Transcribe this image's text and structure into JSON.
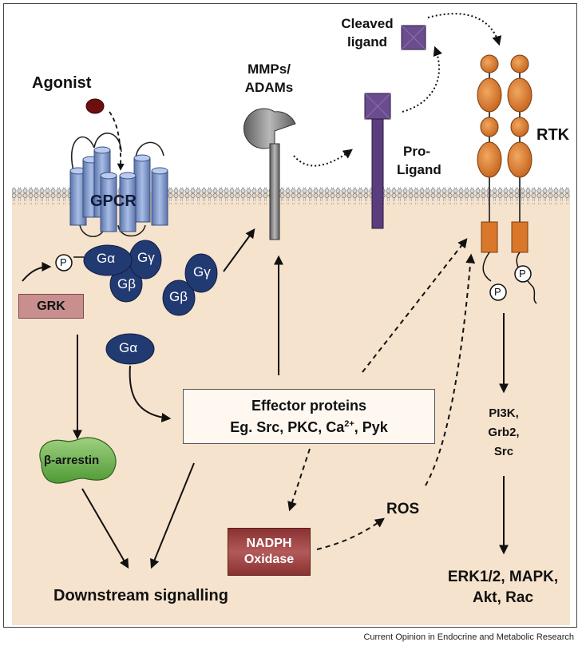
{
  "labels": {
    "agonist": "Agonist",
    "gpcr": "GPCR",
    "g_alpha": "Gα",
    "g_beta": "Gβ",
    "g_gamma": "Gγ",
    "phospho": "P",
    "grk": "GRK",
    "beta_arrestin": "β-arrestin",
    "mmps_line1": "MMPs/",
    "mmps_line2": "ADAMs",
    "pro_ligand_line1": "Pro-",
    "pro_ligand_line2": "Ligand",
    "cleaved_line1": "Cleaved",
    "cleaved_line2": "ligand",
    "rtk": "RTK",
    "effector_title": "Effector proteins",
    "effector_sub_prefix": "Eg. Src, PKC, Ca",
    "effector_sup": "2+",
    "effector_sub_suffix": ", Pyk",
    "nadph_line1": "NADPH",
    "nadph_line2": "Oxidase",
    "ros": "ROS",
    "downstream": "Downstream signalling",
    "pi3k": "PI3K,",
    "grb2": "Grb2,",
    "src": "Src",
    "erk_line1": "ERK1/2, MAPK,",
    "erk_line2": "Akt, Rac"
  },
  "footer": "Current Opinion in Endocrine and Metabolic Research",
  "colors": {
    "cytoplasm": "#f6e3cd",
    "gpcr_helix": "#7f97c9",
    "g_protein": "#223a72",
    "grk": "#c98f8f",
    "arrestin": "#7cbd5e",
    "nadph": "#9b3c3c",
    "ligand": "#6b4d8f",
    "rtk_domain": "#d9782b",
    "mmp": "#8a8a8a"
  }
}
